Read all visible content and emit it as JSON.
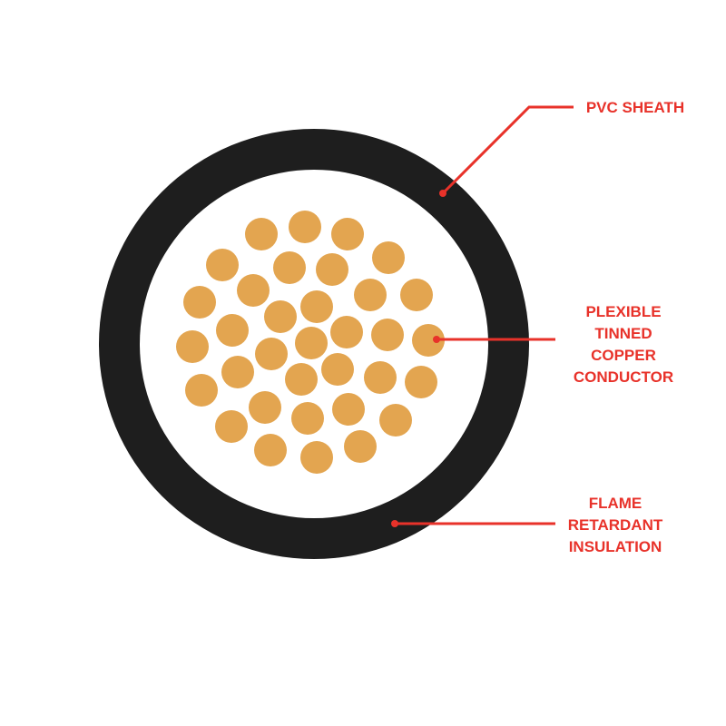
{
  "diagram": {
    "colors": {
      "sheath": "#1e1e1e",
      "insulation": "#ffffff",
      "strand": "#e3a550",
      "leader": "#e8322a",
      "label": "#e8322a"
    },
    "labels": {
      "sheath": [
        "PVC SHEATH"
      ],
      "conductor": [
        "PLEXIBLE",
        "TINNED",
        "COPPER",
        "CONDUCTOR"
      ],
      "insulation": [
        "FLAME",
        "RETARDANT",
        "INSULATION"
      ]
    }
  }
}
